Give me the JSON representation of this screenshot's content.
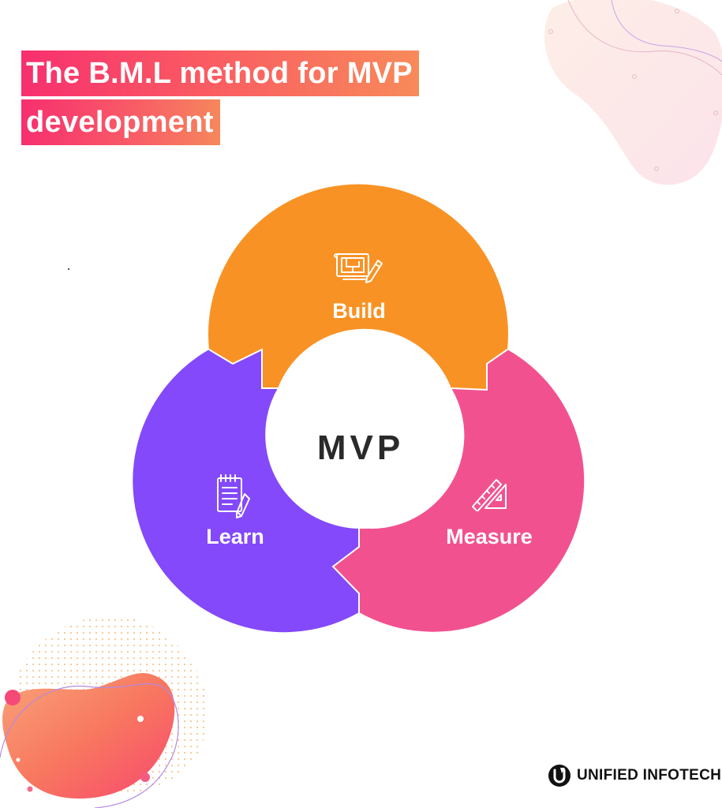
{
  "title": {
    "line1": "The B.M.L method for MVP",
    "line2": "development"
  },
  "diagram": {
    "center_label": "MVP",
    "segments": [
      {
        "label": "Build",
        "color": "#f99224",
        "icon": "blueprint-pencil-icon"
      },
      {
        "label": "Learn",
        "color": "#8349fa",
        "icon": "notepad-pencil-icon"
      },
      {
        "label": "Measure",
        "color": "#f25190",
        "icon": "ruler-triangle-icon"
      }
    ]
  },
  "brand": {
    "name": "UNIFIED INFOTECH",
    "icon": "unified-infotech-logo-icon"
  },
  "colors": {
    "title_gradient_start": "#f72f6f",
    "title_gradient_end": "#f78a5a",
    "center_circle": "#ffffff",
    "decor_blob": "#f9806a"
  }
}
